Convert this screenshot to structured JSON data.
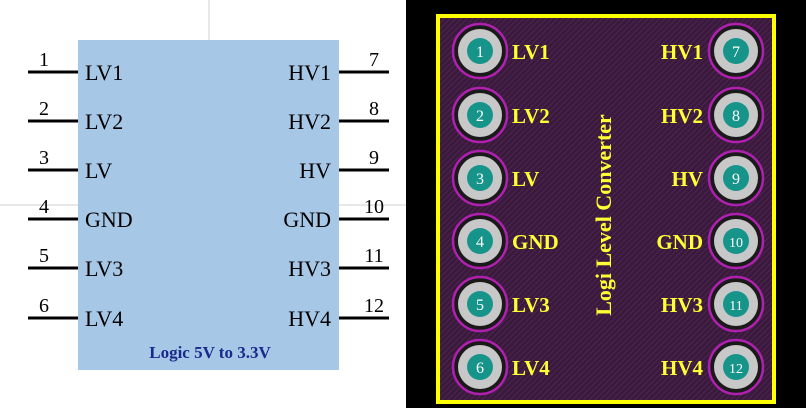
{
  "schematic": {
    "body_label": "Logic 5V to 3.3V",
    "left_pins": [
      {
        "num": "1",
        "name": "LV1"
      },
      {
        "num": "2",
        "name": "LV2"
      },
      {
        "num": "3",
        "name": "LV"
      },
      {
        "num": "4",
        "name": "GND"
      },
      {
        "num": "5",
        "name": "LV3"
      },
      {
        "num": "6",
        "name": "LV4"
      }
    ],
    "right_pins": [
      {
        "num": "7",
        "name": "HV1"
      },
      {
        "num": "8",
        "name": "HV2"
      },
      {
        "num": "9",
        "name": "HV"
      },
      {
        "num": "10",
        "name": "GND"
      },
      {
        "num": "11",
        "name": "HV3"
      },
      {
        "num": "12",
        "name": "HV4"
      }
    ]
  },
  "pcb": {
    "board_label": "Logi Level Converter",
    "left_pads": [
      {
        "num": "1",
        "name": "LV1"
      },
      {
        "num": "2",
        "name": "LV2"
      },
      {
        "num": "3",
        "name": "LV"
      },
      {
        "num": "4",
        "name": "GND"
      },
      {
        "num": "5",
        "name": "LV3"
      },
      {
        "num": "6",
        "name": "LV4"
      }
    ],
    "right_pads": [
      {
        "num": "7",
        "name": "HV1"
      },
      {
        "num": "8",
        "name": "HV2"
      },
      {
        "num": "9",
        "name": "HV"
      },
      {
        "num": "10",
        "name": "GND"
      },
      {
        "num": "11",
        "name": "HV3"
      },
      {
        "num": "12",
        "name": "HV4"
      }
    ]
  },
  "colors": {
    "body_fill": "#a7c7e7",
    "body_label": "#1a2a8c",
    "pcb_board": "#3a1a3c",
    "pcb_outline": "#ffff00",
    "pcb_text": "#ffff33",
    "pad_ring": "#c8c8c8",
    "pad_center": "#16948a",
    "pad_outline": "#b020b0"
  }
}
